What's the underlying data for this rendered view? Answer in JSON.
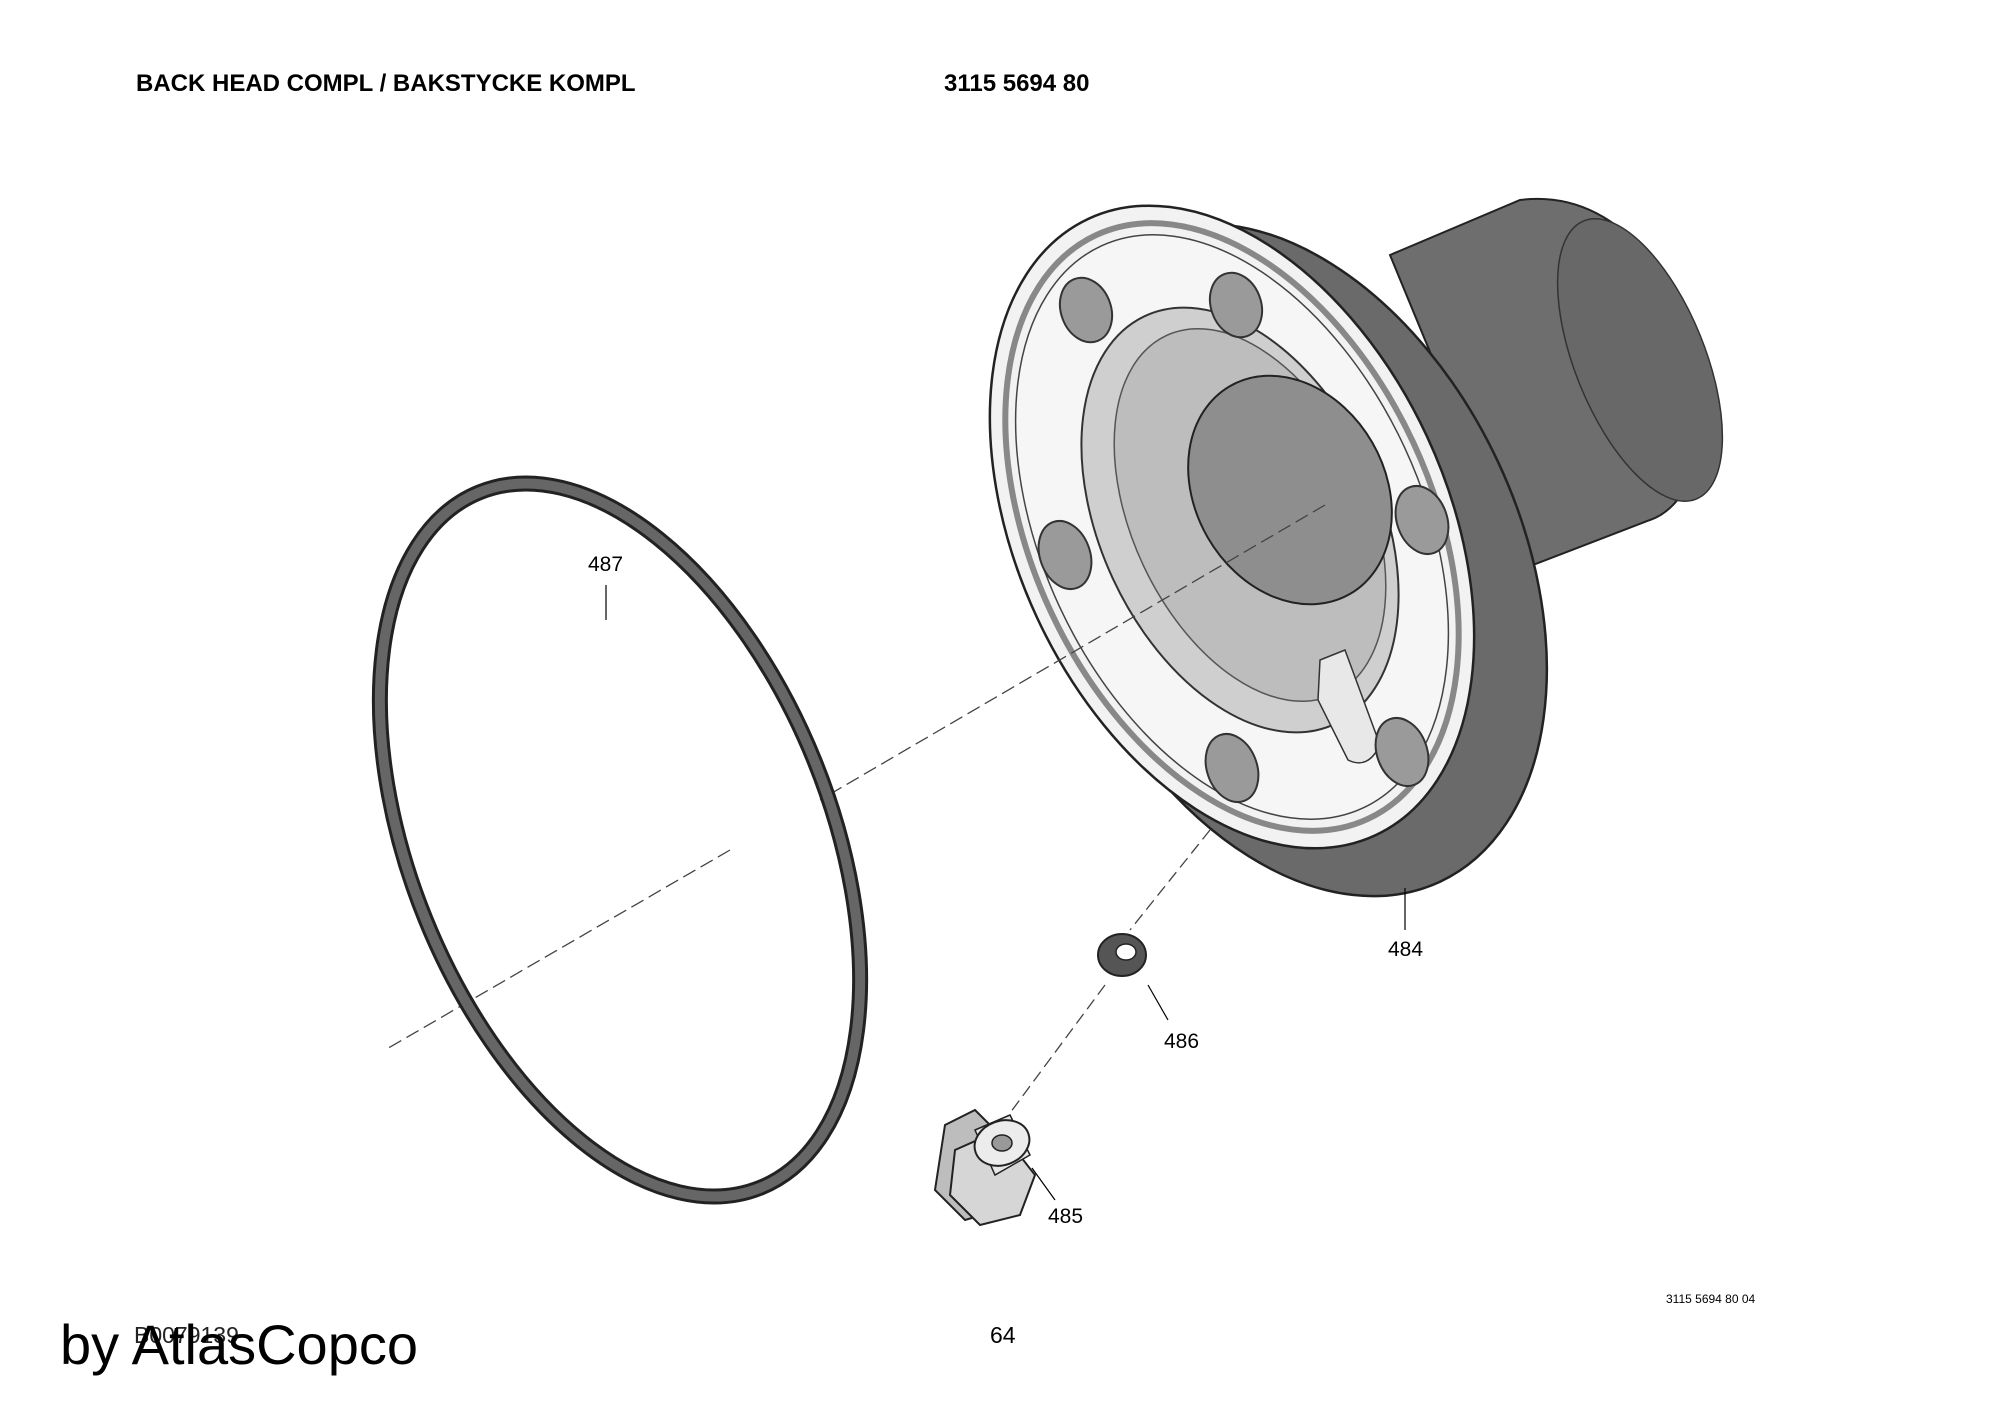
{
  "header": {
    "title": "BACK HEAD COMPL / BAKSTYCKE KOMPL",
    "part_number": "3115 5694 80"
  },
  "callouts": {
    "c487": "487",
    "c484": "484",
    "c486": "486",
    "c485": "485"
  },
  "footer": {
    "doc_ref": "3115 5694 80 04",
    "drawing_no": "B0079139",
    "page": "64",
    "watermark": "by AtlasCopco"
  }
}
